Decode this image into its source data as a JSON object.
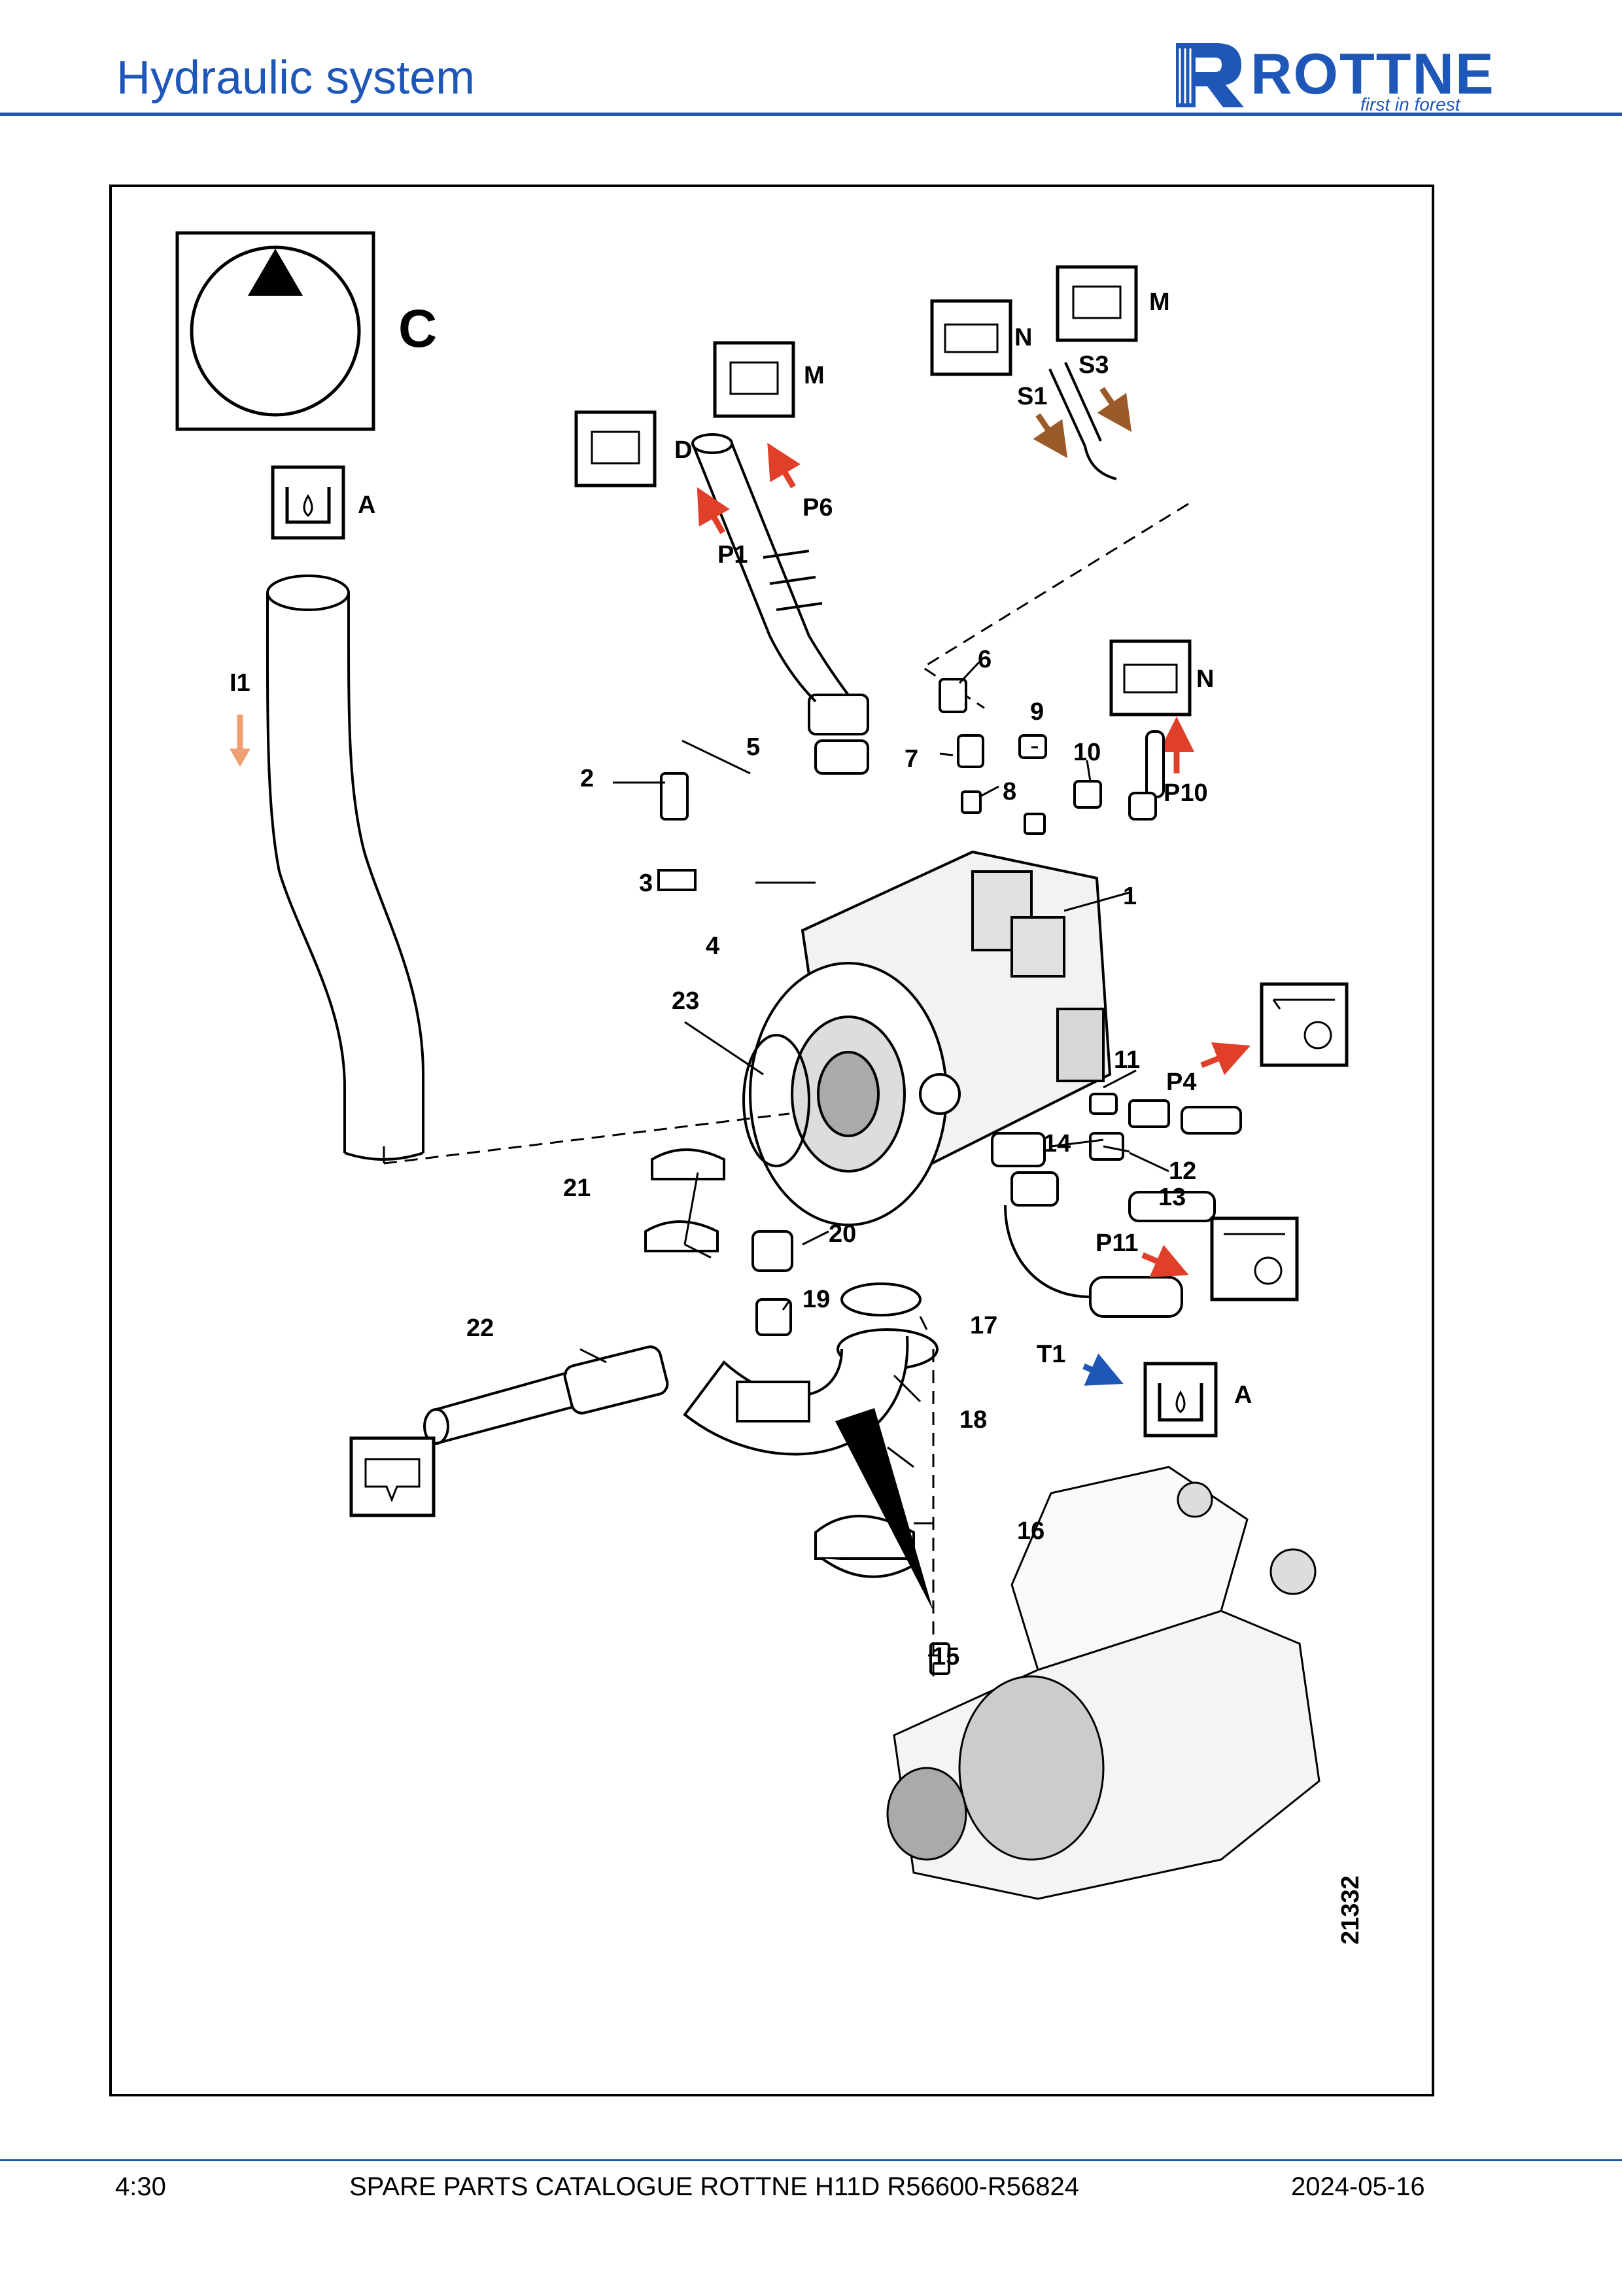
{
  "header": {
    "title": "Hydraulic system",
    "logo_text": "ROTTNE",
    "logo_tagline": "first in forest"
  },
  "diagram": {
    "view_label": "C",
    "drawing_number": "21332",
    "part_callouts": [
      "1",
      "2",
      "3",
      "4",
      "5",
      "6",
      "7",
      "8",
      "9",
      "10",
      "11",
      "12",
      "13",
      "14",
      "15",
      "16",
      "17",
      "18",
      "19",
      "20",
      "21",
      "22",
      "23"
    ],
    "port_labels": [
      "I1",
      "P1",
      "P6",
      "D",
      "M",
      "N",
      "S1",
      "S3",
      "P10",
      "P4",
      "P11",
      "T1",
      "A"
    ],
    "colors": {
      "pressure_arrow": "#e0402a",
      "inlet_arrow": "#f0a070",
      "drain_arrow": "#9a5a2a",
      "tank_arrow": "#1f57b8"
    }
  },
  "footer": {
    "page": "4:30",
    "catalogue": "SPARE PARTS CATALOGUE ROTTNE H11D R56600-R56824",
    "date": "2024-05-16"
  }
}
